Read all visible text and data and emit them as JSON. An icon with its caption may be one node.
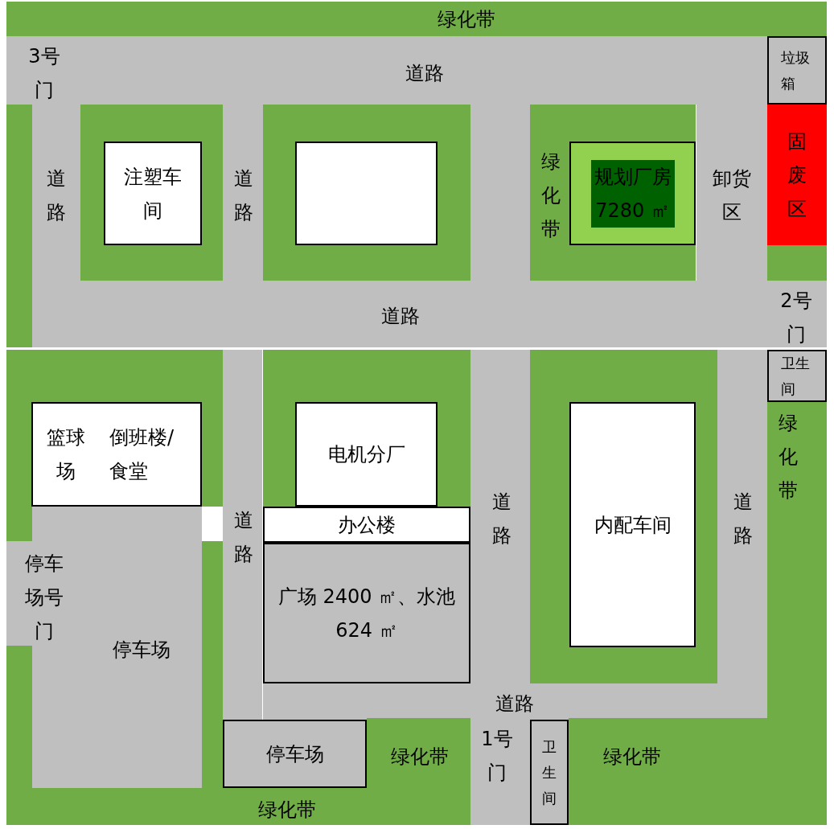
{
  "diagram": {
    "nodes": [
      {
        "text": [
          "垃圾箱"
        ]
      },
      {
        "text": [
          "注塑车间"
        ]
      },
      {
        "text": [],
        "shape": "box"
      },
      {
        "text": [
          "规划厂房 7280 ㎡"
        ]
      },
      {
        "text": [
          "固废区"
        ]
      },
      {
        "text": [
          "卫生间"
        ]
      },
      {
        "text": [
          "篮球场",
          "倒班楼/食堂"
        ]
      },
      {
        "text": [
          "电机分厂"
        ]
      },
      {
        "text": [
          "办公楼"
        ]
      },
      {
        "text": [
          "广场 2400 ㎡、水池 624 ㎡"
        ]
      },
      {
        "text": [
          "内配车间"
        ]
      },
      {
        "text": [
          "停车场"
        ]
      },
      {
        "text": [
          "卫生间"
        ]
      }
    ],
    "labels": [
      "绿化带",
      "3号门",
      "道路",
      "道路",
      "道路",
      "绿化带",
      "卸货区",
      "道路",
      "2号门",
      "绿化带",
      "道路",
      "道路",
      "道路",
      "停车场号门",
      "停车场",
      "道路",
      "1号门",
      "绿化带",
      "绿化带",
      "绿化带"
    ]
  }
}
